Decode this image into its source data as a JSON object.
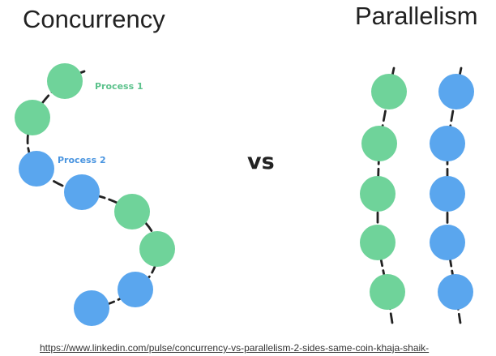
{
  "titles": {
    "concurrency": "Concurrency",
    "parallelism": "Parallelism",
    "vs": "vs"
  },
  "labels": {
    "process1": "Process 1",
    "process2": "Process 2"
  },
  "source": {
    "url": "https://www.linkedin.com/pulse/concurrency-vs-parallelism-2-sides-same-coin-khaja-shaik-"
  },
  "colors": {
    "process1": "#6fd39a",
    "process1_label": "#5cc28c",
    "process2": "#5aa6ee",
    "process2_label": "#4a95e0",
    "thread": "#222222"
  },
  "concurrency_sequence": [
    "process1",
    "process1",
    "process2",
    "process2",
    "process1",
    "process1",
    "process2",
    "process2"
  ],
  "parallel_columns": [
    [
      "process1",
      "process1",
      "process1",
      "process1",
      "process1"
    ],
    [
      "process2",
      "process2",
      "process2",
      "process2",
      "process2"
    ]
  ]
}
